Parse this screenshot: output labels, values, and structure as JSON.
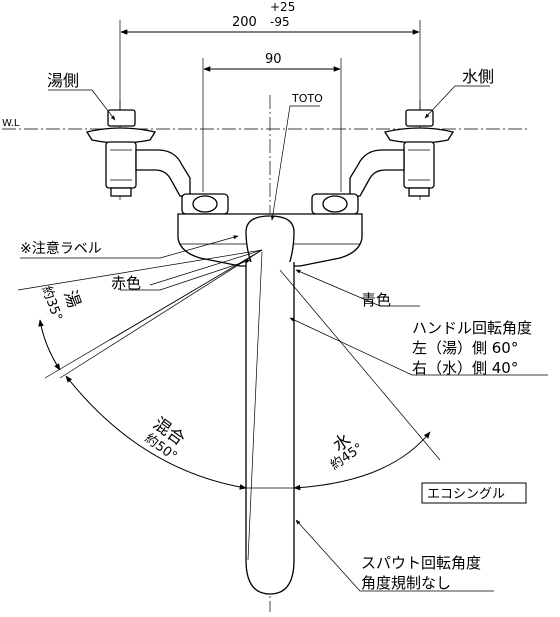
{
  "dimensions": {
    "outer_value": "200",
    "tol_plus": "+25",
    "tol_minus": "-95",
    "inner_value": "90"
  },
  "labels": {
    "hot_side": "湯側",
    "cold_side": "水側",
    "water_level": "W.L",
    "brand": "TOTO",
    "caution_label": "※注意ラベル",
    "red": "赤色",
    "blue": "青色",
    "handle_angle_title": "ハンドル回転角度",
    "handle_left": "左（湯）側 60°",
    "handle_right": "右（水）側 40°",
    "eco_single": "エコシングル",
    "spout_title": "スパウト回転角度",
    "spout_note": "角度規制なし"
  },
  "angles": {
    "hot_name": "湯",
    "hot_value": "約35°",
    "mix_name": "混合",
    "mix_value": "約50°",
    "cold_name": "水",
    "cold_value": "約45°"
  }
}
